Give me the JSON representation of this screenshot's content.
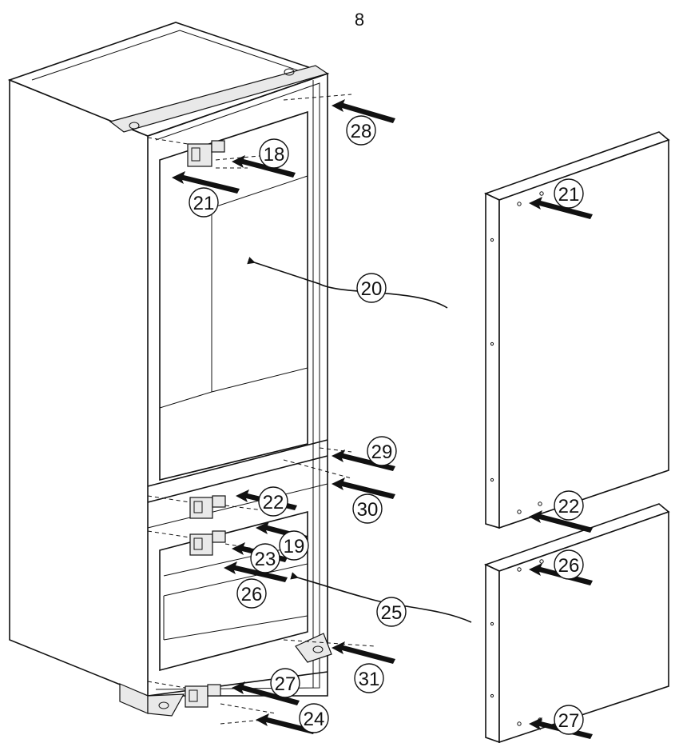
{
  "page_number": "8",
  "callouts": [
    {
      "id": "c28",
      "label": "28"
    },
    {
      "id": "c18",
      "label": "18"
    },
    {
      "id": "c21a",
      "label": "21"
    },
    {
      "id": "c21b",
      "label": "21"
    },
    {
      "id": "c20",
      "label": "20"
    },
    {
      "id": "c29",
      "label": "29"
    },
    {
      "id": "c30",
      "label": "30"
    },
    {
      "id": "c22a",
      "label": "22"
    },
    {
      "id": "c22b",
      "label": "22"
    },
    {
      "id": "c19",
      "label": "19"
    },
    {
      "id": "c23",
      "label": "23"
    },
    {
      "id": "c26a",
      "label": "26"
    },
    {
      "id": "c26b",
      "label": "26"
    },
    {
      "id": "c25",
      "label": "25"
    },
    {
      "id": "c31",
      "label": "31"
    },
    {
      "id": "c27a",
      "label": "27"
    },
    {
      "id": "c27b",
      "label": "27"
    },
    {
      "id": "c24",
      "label": "24"
    }
  ]
}
